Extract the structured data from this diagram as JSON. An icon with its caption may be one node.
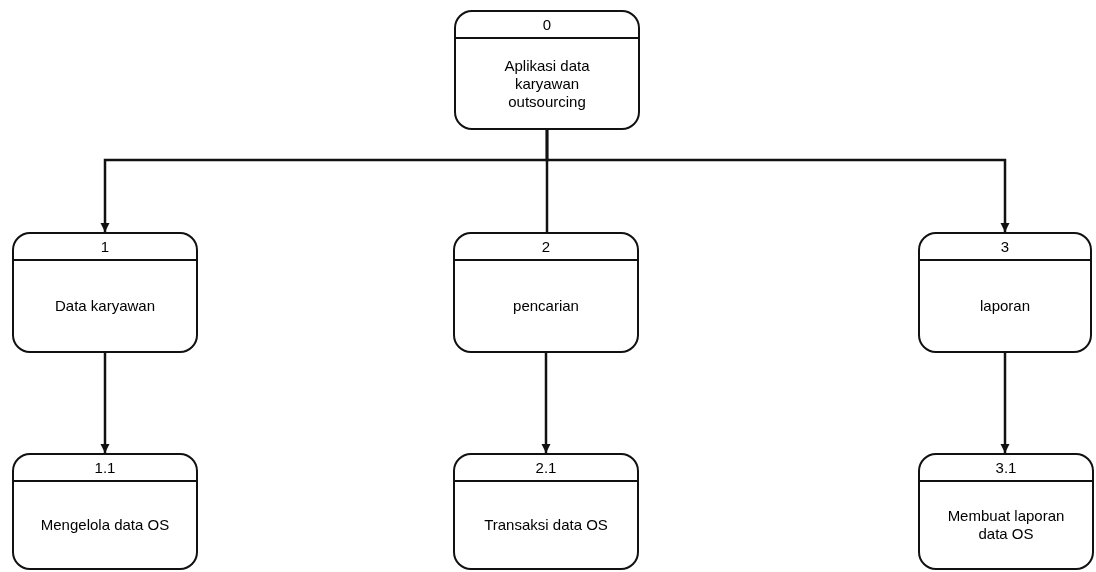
{
  "diagram": {
    "nodes": [
      {
        "text": [
          "0",
          "Aplikasi data karyawan outsourcing"
        ]
      },
      {
        "text": [
          "1",
          "Data karyawan"
        ]
      },
      {
        "text": [
          "2",
          "pencarian"
        ]
      },
      {
        "text": [
          "3",
          "laporan"
        ]
      },
      {
        "text": [
          "1.1",
          "Mengelola data OS"
        ]
      },
      {
        "text": [
          "2.1",
          "Transaksi data OS"
        ]
      },
      {
        "text": [
          "3.1",
          "Membuat laporan data OS"
        ]
      }
    ],
    "edges": [
      {
        "from": 0,
        "to": 1,
        "arrow": "to"
      },
      {
        "from": 0,
        "to": 2,
        "arrow": "none"
      },
      {
        "from": 0,
        "to": 3,
        "arrow": "to"
      },
      {
        "from": 1,
        "to": 4,
        "arrow": "to"
      },
      {
        "from": 2,
        "to": 5,
        "arrow": "to"
      },
      {
        "from": 3,
        "to": 6,
        "arrow": "to"
      }
    ]
  }
}
